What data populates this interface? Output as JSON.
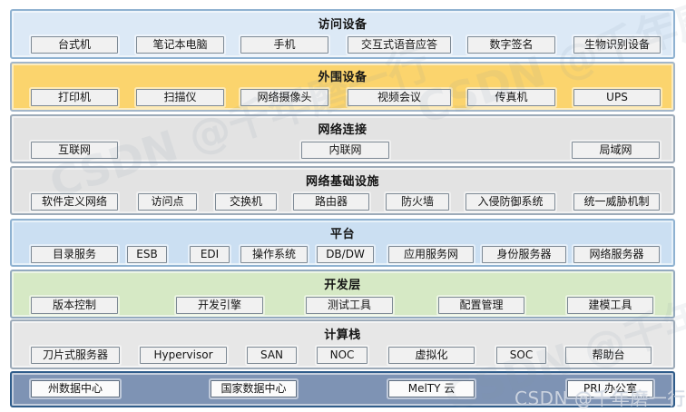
{
  "watermark": {
    "text": "CSDN @千年磨一行"
  },
  "bands": [
    {
      "id": "access-devices",
      "title": "访问设备",
      "fill": "#dce9f6",
      "border": "#8fb2d1",
      "items": [
        "台式机",
        "笔记本电脑",
        "手机",
        "交互式语音应答",
        "数字签名",
        "生物识别设备"
      ]
    },
    {
      "id": "peripheral-devices",
      "title": "外围设备",
      "fill": "#fbd46d",
      "border": "#a3b6c9",
      "items": [
        "打印机",
        "扫描仪",
        "网络摄像头",
        "视频会议",
        "传真机",
        "UPS"
      ]
    },
    {
      "id": "network-connection",
      "title": "网络连接",
      "fill": "#e3e3e3",
      "border": "#9dabb9",
      "items": [
        "互联网",
        "内联网",
        "局域网"
      ]
    },
    {
      "id": "network-infrastructure",
      "title": "网络基础设施",
      "fill": "#e3e3e3",
      "border": "#9dabb9",
      "items": [
        "软件定义网络",
        "访问点",
        "交换机",
        "路由器",
        "防火墙",
        "入侵防御系统",
        "统一威胁机制"
      ]
    },
    {
      "id": "platform",
      "title": "平台",
      "fill": "#cbdff2",
      "border": "#8fb2d1",
      "items": [
        "目录服务",
        "ESB",
        "EDI",
        "操作系统",
        "DB/DW",
        "应用服务网",
        "身份服务器",
        "网络服务器"
      ]
    },
    {
      "id": "development-layer",
      "title": "开发层",
      "fill": "#d6e9c5",
      "border": "#94aabf",
      "items": [
        "版本控制",
        "开发引擎",
        "测试工具",
        "配置管理",
        "建模工具"
      ]
    },
    {
      "id": "computing-stack",
      "title": "计算栈",
      "fill": "#e7e7e7",
      "border": "#9dabb9",
      "items": [
        "刀片式服务器",
        "Hypervisor",
        "SAN",
        "NOC",
        "虚拟化",
        "SOC",
        "帮助台"
      ]
    },
    {
      "id": "data-centers",
      "title": "",
      "fill": "#7e93b4",
      "border": "#2f5c8a",
      "items": [
        "州数据中心",
        "国家数据中心",
        "MelTY 云",
        "PRI 办公室"
      ]
    }
  ]
}
